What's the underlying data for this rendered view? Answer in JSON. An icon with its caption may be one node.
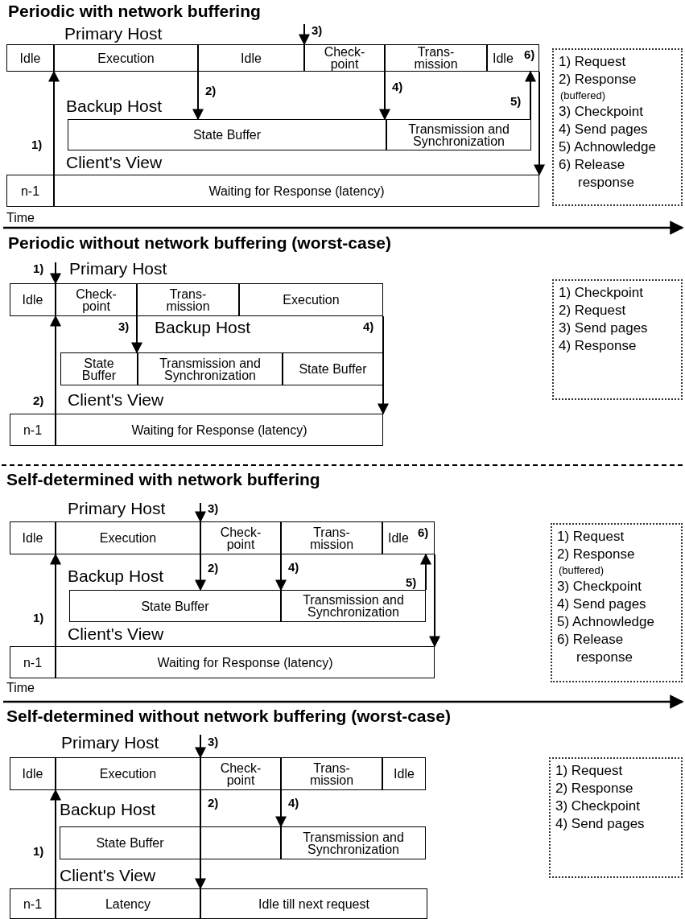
{
  "diagram": {
    "nodes": [
      {
        "text": [
          "Idle"
        ]
      },
      {
        "text": [
          "Execution"
        ]
      },
      {
        "text": [
          "Idle"
        ]
      },
      {
        "text": [
          "Check- point"
        ]
      },
      {
        "text": [
          "Trans- mission"
        ]
      },
      {
        "text": [
          "Idle"
        ]
      },
      {
        "text": [
          "State Buffer"
        ]
      },
      {
        "text": [
          "Transmission and Synchronization"
        ]
      },
      {
        "text": [
          "n-1"
        ]
      },
      {
        "text": [
          "Waiting for Response (latency)"
        ]
      },
      {
        "text": [
          "1) Request",
          "2) Response",
          "(buffered)",
          "3) Checkpoint",
          "4) Send pages",
          "5) Achnowledge",
          "6) Release response"
        ]
      },
      {
        "text": [
          "Idle"
        ]
      },
      {
        "text": [
          "Check- point"
        ]
      },
      {
        "text": [
          "Trans- mission"
        ]
      },
      {
        "text": [
          "Execution"
        ]
      },
      {
        "text": [
          "State Buffer"
        ]
      },
      {
        "text": [
          "Transmission and Synchronization"
        ]
      },
      {
        "text": [
          "State Buffer"
        ]
      },
      {
        "text": [
          "n-1"
        ]
      },
      {
        "text": [
          "Waiting for Response (latency)"
        ]
      },
      {
        "text": [
          "1) Checkpoint",
          "2) Request",
          "3) Send pages",
          "4) Response"
        ]
      },
      {
        "text": [
          "Idle"
        ]
      },
      {
        "text": [
          "Execution"
        ]
      },
      {
        "text": [
          "Check- point"
        ]
      },
      {
        "text": [
          "Trans- mission"
        ]
      },
      {
        "text": [
          "Idle"
        ]
      },
      {
        "text": [
          "State Buffer"
        ]
      },
      {
        "text": [
          "Transmission and Synchronization"
        ]
      },
      {
        "text": [
          "n-1"
        ]
      },
      {
        "text": [
          "Waiting for Response (latency)"
        ]
      },
      {
        "text": [
          "1) Request",
          "2) Response",
          "(buffered)",
          "3) Checkpoint",
          "4) Send pages",
          "5) Achnowledge",
          "6) Release response"
        ]
      },
      {
        "text": [
          "Idle"
        ]
      },
      {
        "text": [
          "Execution"
        ]
      },
      {
        "text": [
          "Check- point"
        ]
      },
      {
        "text": [
          "Trans- mission"
        ]
      },
      {
        "text": [
          "Idle"
        ]
      },
      {
        "text": [
          "State Buffer"
        ]
      },
      {
        "text": [],
        "shape": "box"
      },
      {
        "text": [
          "Transmission and Synchronization"
        ]
      },
      {
        "text": [
          "n-1"
        ]
      },
      {
        "text": [
          "Latency"
        ]
      },
      {
        "text": [
          "Idle till next request"
        ]
      },
      {
        "text": [
          "1) Request",
          "2) Response",
          "3) Checkpoint",
          "4) Send pages"
        ]
      }
    ],
    "edges": [
      {
        "from": 9,
        "to": 1,
        "arrow": "to",
        "label": "1)"
      },
      {
        "from": 1,
        "to": 6,
        "arrow": "to",
        "label": "2)"
      },
      {
        "from": null,
        "to": 3,
        "arrow": "to",
        "label": "3)"
      },
      {
        "from": 4,
        "to": 7,
        "arrow": "to",
        "label": "4)"
      },
      {
        "from": 7,
        "to": 5,
        "arrow": "to",
        "label": "5)"
      },
      {
        "from": 5,
        "to": 9,
        "arrow": "to",
        "label": "6)"
      },
      {
        "from": null,
        "to": 12,
        "arrow": "to",
        "label": "1)"
      },
      {
        "from": 19,
        "to": 12,
        "arrow": "to",
        "label": "2)"
      },
      {
        "from": 12,
        "to": 16,
        "arrow": "to",
        "label": "3)"
      },
      {
        "from": 14,
        "to": 19,
        "arrow": "to",
        "label": "4)"
      },
      {
        "from": 29,
        "to": 22,
        "arrow": "to",
        "label": "1)"
      },
      {
        "from": 22,
        "to": 26,
        "arrow": "to",
        "label": "2)"
      },
      {
        "from": null,
        "to": 23,
        "arrow": "to",
        "label": "3)"
      },
      {
        "from": 24,
        "to": 27,
        "arrow": "to",
        "label": "4)"
      },
      {
        "from": 27,
        "to": 25,
        "arrow": "to",
        "label": "5)"
      },
      {
        "from": 25,
        "to": 29,
        "arrow": "to",
        "label": "6)"
      },
      {
        "from": 40,
        "to": 32,
        "arrow": "to",
        "label": "1)"
      },
      {
        "from": 33,
        "to": 41,
        "arrow": "to",
        "label": "2)"
      },
      {
        "from": null,
        "to": 33,
        "arrow": "to",
        "label": "3)"
      },
      {
        "from": 34,
        "to": 38,
        "arrow": "to",
        "label": "4)"
      }
    ],
    "labels": [
      "Periodic with network buffering",
      "Primary Host",
      "Backup Host",
      "Client's View",
      "Time",
      "Periodic without network buffering (worst-case)",
      "Primary Host",
      "Backup Host",
      "Client's View",
      "Self-determined with network buffering",
      "Primary Host",
      "Backup Host",
      "Client's View",
      "Time",
      "Self-determined without network buffering (worst-case)",
      "Primary Host",
      "Backup Host",
      "Client's View"
    ]
  }
}
